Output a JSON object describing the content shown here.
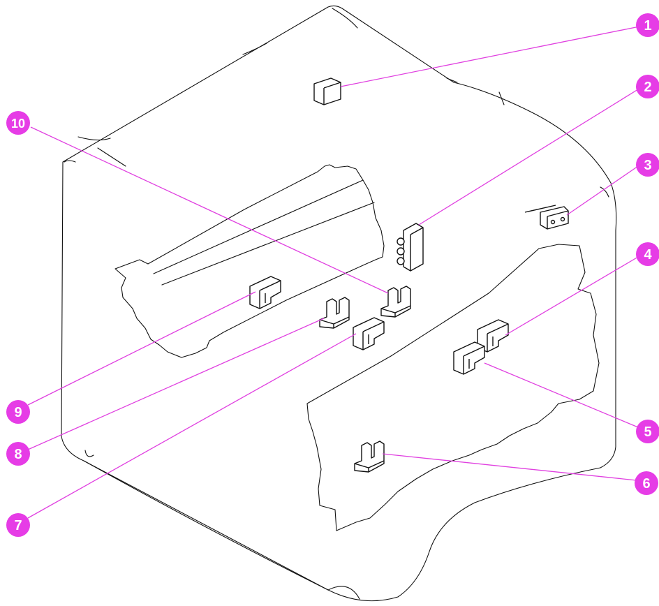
{
  "callouts": [
    {
      "id": 1,
      "label": "1"
    },
    {
      "id": 2,
      "label": "2"
    },
    {
      "id": 3,
      "label": "3"
    },
    {
      "id": 4,
      "label": "4"
    },
    {
      "id": 5,
      "label": "5"
    },
    {
      "id": 6,
      "label": "6"
    },
    {
      "id": 7,
      "label": "7"
    },
    {
      "id": 8,
      "label": "8"
    },
    {
      "id": 9,
      "label": "9"
    },
    {
      "id": 10,
      "label": "10"
    }
  ],
  "colors": {
    "callout_fill": "#e63ce6",
    "leader_line": "#e040e0",
    "line_art": "#111111"
  }
}
